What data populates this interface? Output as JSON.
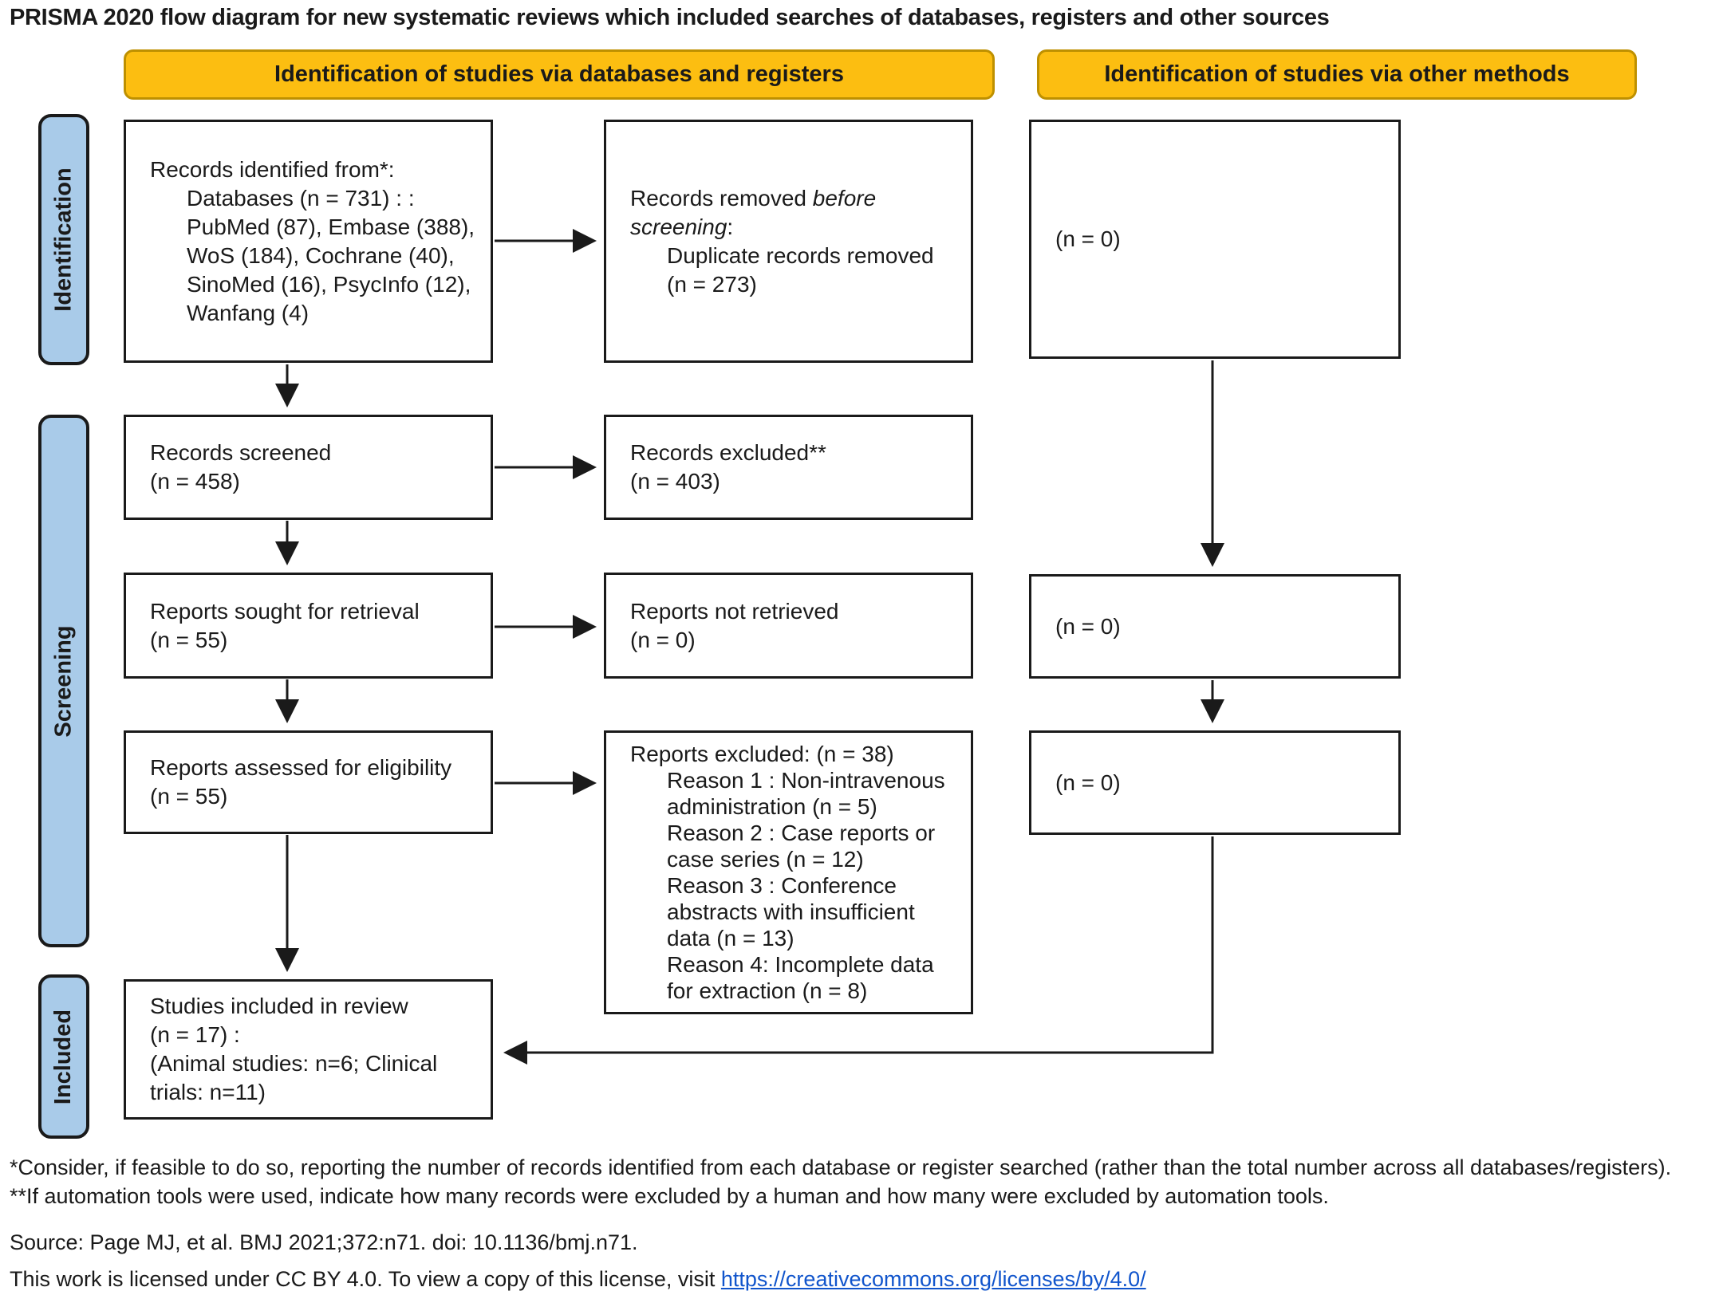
{
  "page": {
    "title": "PRISMA 2020 flow diagram for new systematic reviews which included searches of databases, registers and other sources"
  },
  "colors": {
    "header_fill": "#FCBE11",
    "header_border": "#BE9000",
    "stage_fill": "#A9CBE9",
    "link_blue": "#1155CC"
  },
  "headers": {
    "databases": "Identification of studies via databases and registers",
    "other": "Identification of studies via other methods"
  },
  "stages": {
    "identification": "Identification",
    "screening": "Screening",
    "included": "Included"
  },
  "boxes": {
    "records_identified": {
      "lines": [
        {
          "indent": 0,
          "text": "Records identified from*:"
        },
        {
          "indent": 1,
          "text": "Databases (n = 731) : :"
        },
        {
          "indent": 1,
          "text": "PubMed (87), Embase (388),"
        },
        {
          "indent": 1,
          "text": "WoS (184), Cochrane (40),"
        },
        {
          "indent": 1,
          "text": "SinoMed (16), PsycInfo (12),"
        },
        {
          "indent": 1,
          "text": "Wanfang (4)"
        }
      ]
    },
    "records_removed": {
      "lines": [
        {
          "indent": 0,
          "seg": [
            {
              "t": "Records removed "
            },
            {
              "t": "before",
              "i": true
            }
          ]
        },
        {
          "indent": 0,
          "seg": [
            {
              "t": "screening",
              "i": true
            },
            {
              "t": ":"
            }
          ]
        },
        {
          "indent": 1,
          "text": "Duplicate records removed"
        },
        {
          "indent": 1,
          "text": "(n = 273)"
        }
      ]
    },
    "other_identified": {
      "text": "(n = 0)"
    },
    "records_screened": {
      "lines": [
        {
          "indent": 0,
          "text": "Records screened"
        },
        {
          "indent": 0,
          "text": "(n = 458)"
        }
      ]
    },
    "records_excluded": {
      "lines": [
        {
          "indent": 0,
          "text": "Records excluded**"
        },
        {
          "indent": 0,
          "text": "(n = 403)"
        }
      ]
    },
    "reports_sought": {
      "lines": [
        {
          "indent": 0,
          "text": "Reports sought for retrieval"
        },
        {
          "indent": 0,
          "text": "(n = 55)"
        }
      ]
    },
    "reports_not_retrieved": {
      "lines": [
        {
          "indent": 0,
          "text": "Reports not retrieved"
        },
        {
          "indent": 0,
          "text": "(n = 0)"
        }
      ]
    },
    "other_sought": {
      "text": "(n = 0)"
    },
    "reports_assessed": {
      "lines": [
        {
          "indent": 0,
          "text": "Reports assessed for eligibility"
        },
        {
          "indent": 0,
          "text": "(n = 55)"
        }
      ]
    },
    "reports_excluded": {
      "lines": [
        {
          "indent": 0,
          "text": "Reports excluded: (n = 38)"
        },
        {
          "indent": 1,
          "text": "Reason 1 : Non-intravenous"
        },
        {
          "indent": 1,
          "text": "administration (n = 5)"
        },
        {
          "indent": 1,
          "text": "Reason 2 : Case reports or"
        },
        {
          "indent": 1,
          "text": "case series (n = 12)"
        },
        {
          "indent": 1,
          "text": "Reason 3 : Conference"
        },
        {
          "indent": 1,
          "text": "abstracts with insufficient"
        },
        {
          "indent": 1,
          "text": "data (n = 13)"
        },
        {
          "indent": 1,
          "text": "Reason 4: Incomplete data"
        },
        {
          "indent": 1,
          "text": "for extraction (n = 8)"
        }
      ]
    },
    "other_assessed": {
      "text": "(n = 0)"
    },
    "studies_included": {
      "lines": [
        {
          "indent": 0,
          "text": "Studies included in review"
        },
        {
          "indent": 0,
          "text": "(n = 17) :"
        },
        {
          "indent": 0,
          "text": "(Animal studies: n=6; Clinical"
        },
        {
          "indent": 0,
          "text": "trials: n=11)"
        }
      ]
    }
  },
  "footnotes": {
    "first": "*Consider, if feasible to do so, reporting the number of records identified from each database or register searched (rather than the total number across all databases/registers).",
    "second": "**If automation tools were used, indicate how many records were excluded by a human and how many were excluded by automation tools.",
    "source": "Source: Page MJ, et al. BMJ 2021;372:n71. doi: 10.1136/bmj.n71."
  },
  "license": {
    "text_before_link": "This work is licensed under CC BY 4.0. To view a copy of this license, visit ",
    "link_text": "https://creativecommons.org/licenses/by/4.0/",
    "link_href": "https://creativecommons.org/licenses/by/4.0/"
  }
}
